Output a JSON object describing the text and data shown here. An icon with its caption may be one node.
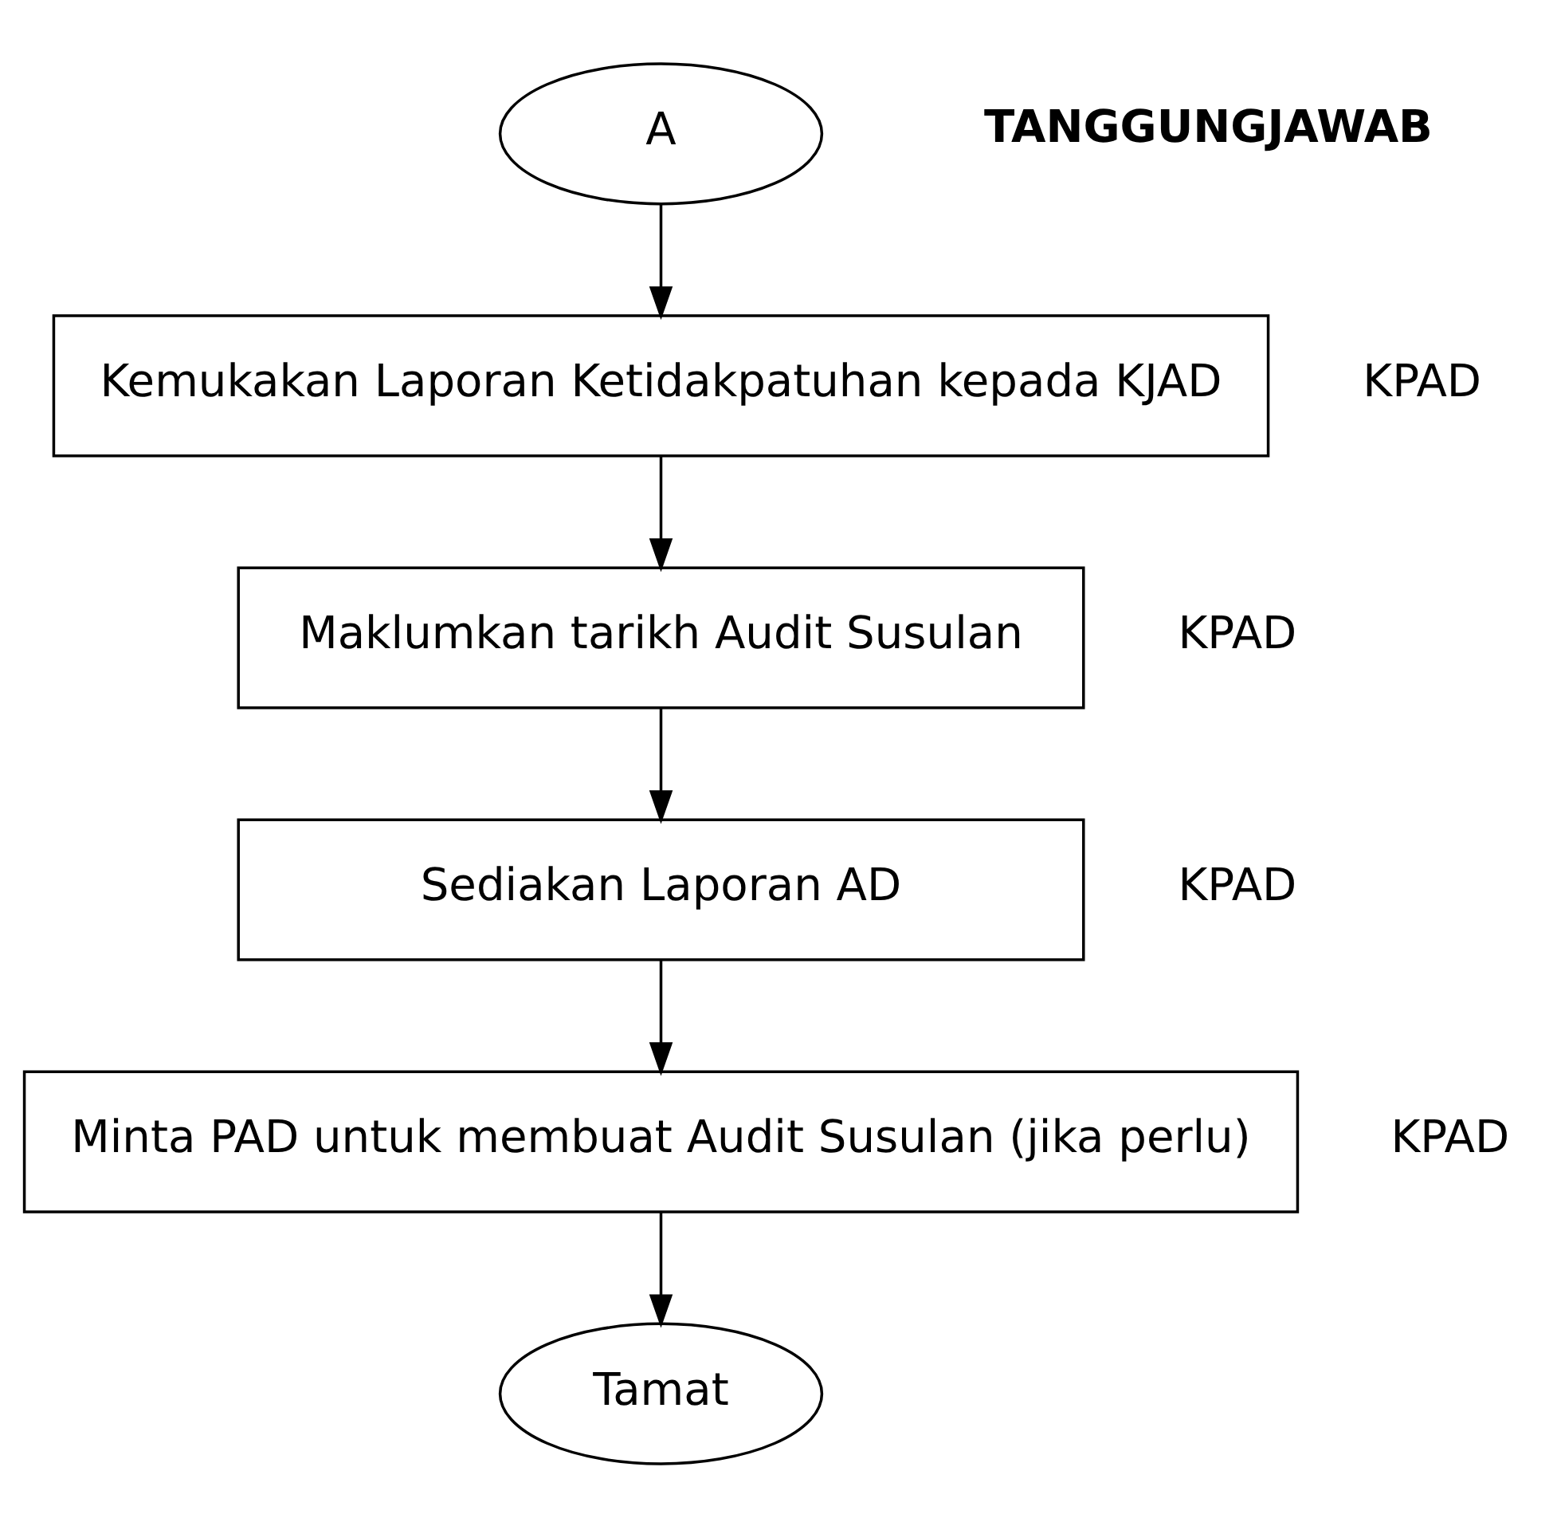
{
  "diagram": {
    "nodes": [
      {
        "text": [
          "A"
        ]
      },
      {
        "text": [
          "Kemukakan Laporan Ketidakpatuhan kepada KJAD"
        ],
        "beside": [
          "KPAD"
        ]
      },
      {
        "text": [
          "Maklumkan tarikh Audit Susulan"
        ],
        "beside": [
          "KPAD"
        ]
      },
      {
        "text": [
          "Sediakan Laporan AD"
        ],
        "beside": [
          "KPAD"
        ]
      },
      {
        "text": [
          "Minta PAD untuk membuat Audit Susulan (jika perlu)"
        ],
        "beside": [
          "KPAD"
        ]
      },
      {
        "text": [
          "Tamat"
        ]
      }
    ],
    "edges": [
      {
        "from": 0,
        "to": 1,
        "arrow": "to"
      },
      {
        "from": 1,
        "to": 2,
        "arrow": "to"
      },
      {
        "from": 2,
        "to": 3,
        "arrow": "to"
      },
      {
        "from": 3,
        "to": 4,
        "arrow": "to"
      },
      {
        "from": 4,
        "to": 5,
        "arrow": "to"
      }
    ],
    "labels": [
      "TANGGUNGJAWAB"
    ]
  }
}
